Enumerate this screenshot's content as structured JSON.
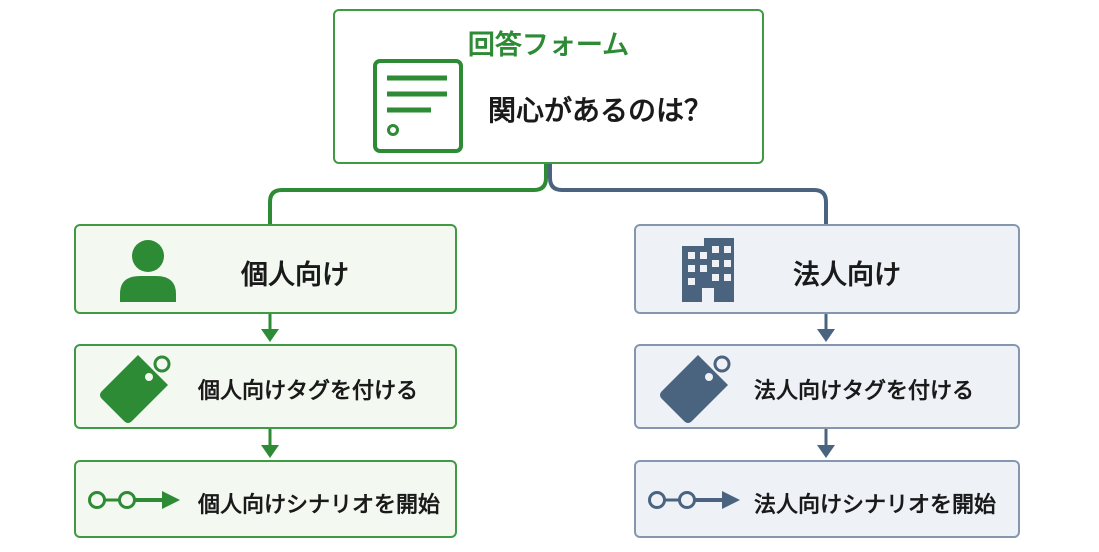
{
  "root": {
    "title": "回答フォーム",
    "question": "関心があるのは？"
  },
  "branches": {
    "personal": {
      "header": "個人向け",
      "tag_step": "個人向けタグを付ける",
      "scenario_step": "個人向けシナリオを開始"
    },
    "corporate": {
      "header": "法人向け",
      "tag_step": "法人向けタグを付ける",
      "scenario_step": "法人向けシナリオを開始"
    }
  },
  "colors": {
    "green": "#2e8b35",
    "blue": "#4a6480"
  },
  "icons": {
    "root": "form-document-icon",
    "personal": "person-icon",
    "corporate": "building-icon",
    "tag": "tag-icon",
    "scenario": "scenario-flow-icon"
  }
}
